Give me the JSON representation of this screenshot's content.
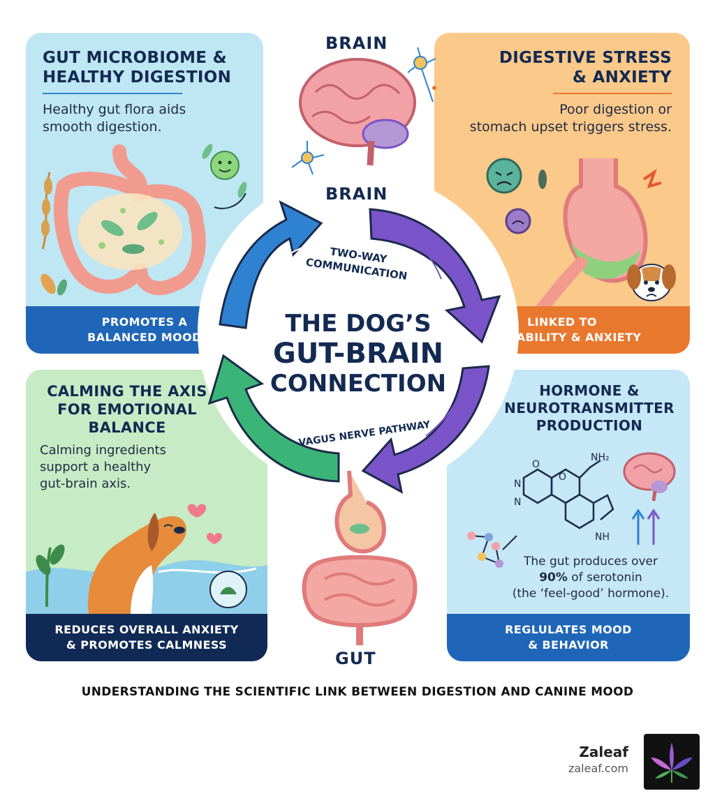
{
  "labels": {
    "brain_top": "BRAIN",
    "brain_inner": "BRAIN",
    "gut_bottom": "GUT"
  },
  "center": {
    "line1": "THE DOG’S",
    "line2": "GUT-BRAIN",
    "line3": "CONNECTION",
    "two_way_line1": "TWO-WAY",
    "two_way_line2": "COMMUNICATION",
    "vagus": "VAGUS NERVE PATHWAY"
  },
  "panels": {
    "top_left": {
      "title": "GUT MICROBIOME &\nHEALTHY DIGESTION",
      "text": "Healthy gut flora aids\nsmooth digestion.",
      "banner": "PROMOTES A\nBALANCED MOOD"
    },
    "top_right": {
      "title": "DIGESTIVE STRESS\n& ANXIETY",
      "text": "Poor digestion or\nstomach upset triggers stress.",
      "banner": "LINKED TO\nIRRITABILITY & ANXIETY"
    },
    "bottom_left": {
      "title": "CALMING THE AXIS\nFOR EMOTIONAL\nBALANCE",
      "text": "Calming ingredients\nsupport a healthy\ngut-brain axis.",
      "banner": "REDUCES OVERALL ANXIETY\n& PROMOTES CALMNESS"
    },
    "bottom_right": {
      "title": "HORMONE &\nNEUROTRANSMITTER\nPRODUCTION",
      "chem_label": "NH₂",
      "chem_n1": "N",
      "chem_n2": "N",
      "chem_o1": "O",
      "chem_o2": "O",
      "chem_nh": "NH",
      "text_line1": "The gut produces over",
      "text_bold": "90%",
      "text_line2_rest": " of serotonin",
      "text_line3": "(the ‘feel-good’ hormone).",
      "banner": "REGLULATES MOOD\n& BEHAVIOR"
    }
  },
  "footer": "UNDERSTANDING THE SCIENTIFIC LINK BETWEEN DIGESTION AND CANINE MOOD",
  "brand": {
    "name": "Zaleaf",
    "url": "zaleaf.com"
  },
  "colors": {
    "tl_bg": "#bfe6f3",
    "tl_banner": "#1f66b8",
    "tr_bg": "#fbc98a",
    "tr_banner": "#e8782e",
    "bl_bg": "#c7ebc4",
    "bl_banner": "#102a55",
    "br_bg": "#c5e7f6",
    "br_banner": "#1f66b8",
    "arrow_blue": "#2f82d1",
    "arrow_purple": "#7a54c8",
    "arrow_green": "#3bb577"
  },
  "icons": [
    "brain-icon",
    "gut-icon",
    "microbe-icon",
    "stomach-icon",
    "dog-icon",
    "heart-icon",
    "molecule-icon",
    "leaf-icon",
    "neuron-icon"
  ]
}
